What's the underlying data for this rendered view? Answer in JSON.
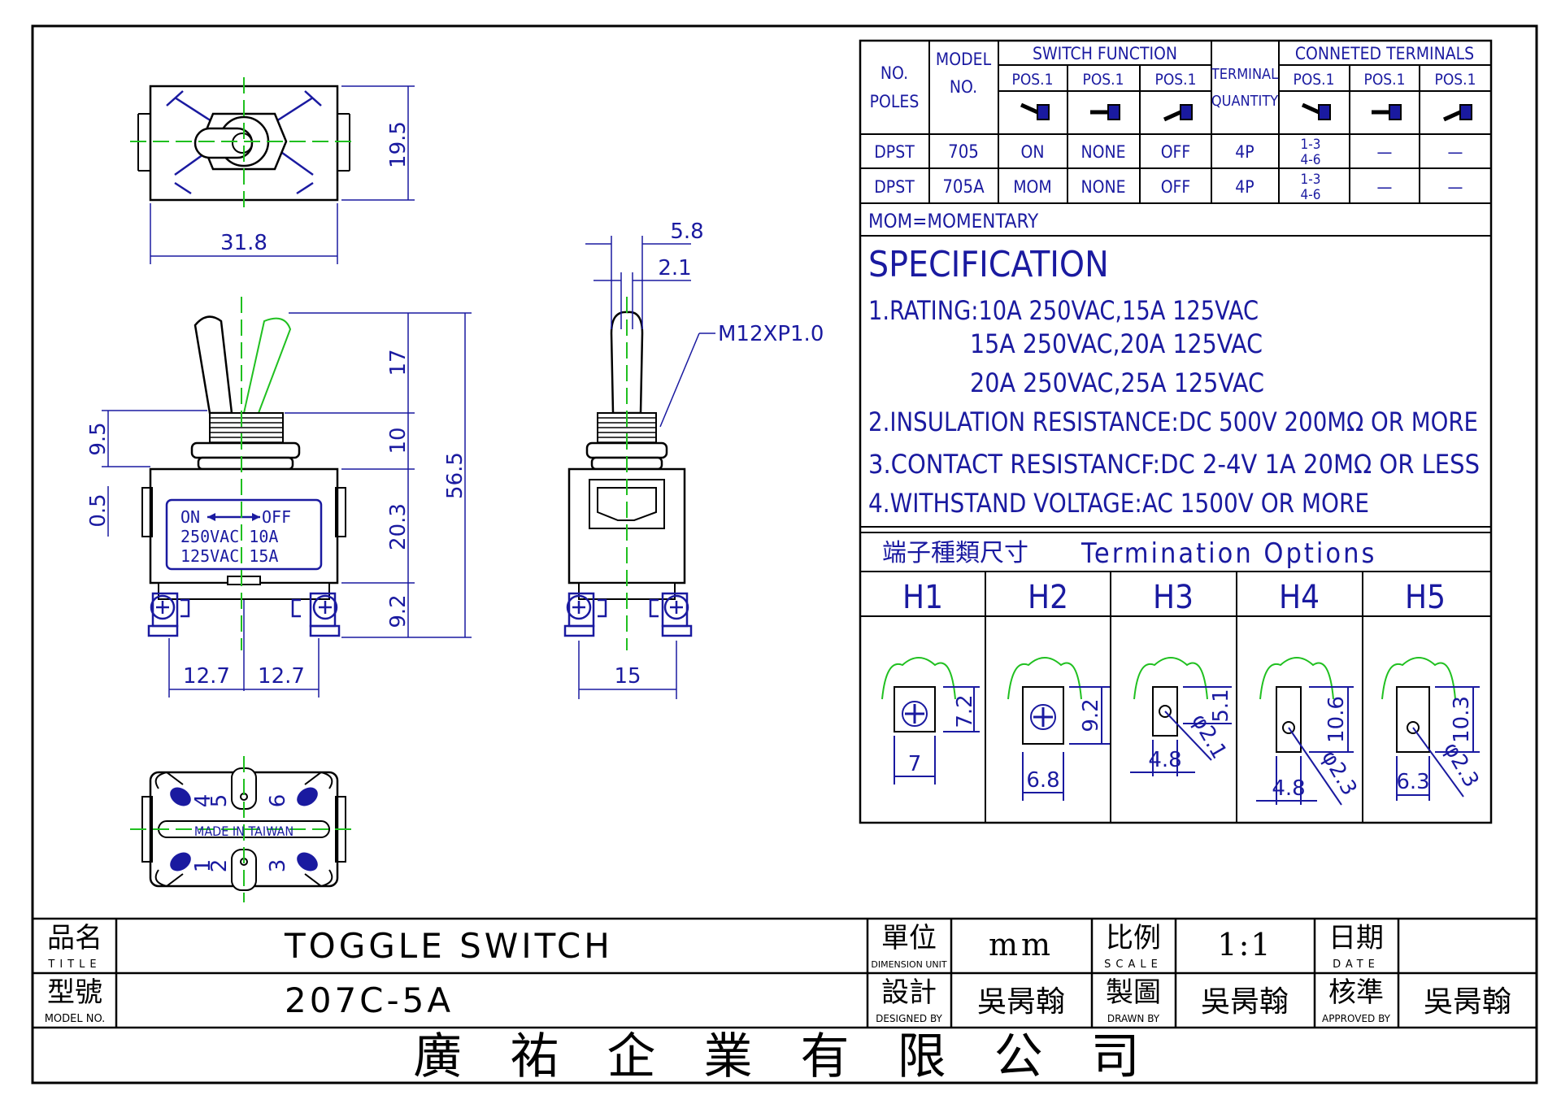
{
  "spec_table": {
    "headers": {
      "no_poles_1": "NO.",
      "no_poles_2": "POLES",
      "model_1": "MODEL",
      "model_2": "NO.",
      "switch_function": "SWITCH FUNCTION",
      "terminal_1": "TERMINAL",
      "terminal_2": "QUANTITY",
      "connected_terminals": "CONNETED TERMINALS",
      "pos_labels": [
        "POS.1",
        "POS.1",
        "POS.1",
        "POS.1",
        "POS.1",
        "POS.1"
      ]
    },
    "rows": [
      {
        "poles": "DPST",
        "model": "705",
        "f1": "ON",
        "f2": "NONE",
        "f3": "OFF",
        "terminals": "4P",
        "c1a": "1-3",
        "c1b": "4-6",
        "c2": "—",
        "c3": "—"
      },
      {
        "poles": "DPST",
        "model": "705A",
        "f1": "MOM",
        "f2": "NONE",
        "f3": "OFF",
        "terminals": "4P",
        "c1a": "1-3",
        "c1b": "4-6",
        "c2": "—",
        "c3": "—"
      }
    ],
    "mom_note": "MOM=MOMENTARY"
  },
  "specification": {
    "heading": "SPECIFICATION",
    "lines": [
      "1.RATING:10A 250VAC,15A 125VAC",
      "15A 250VAC,20A 125VAC",
      "20A 250VAC,25A 125VAC",
      "2.INSULATION RESISTANCE:DC 500V 200MΩ OR MORE",
      "3.CONTACT RESISTANCF:DC 2-4V 1A 20MΩ OR LESS",
      "4.WITHSTAND VOLTAGE:AC 1500V OR MORE"
    ]
  },
  "termination": {
    "title_cn": "端子種類尺寸",
    "title_en": "Termination Options",
    "options": [
      {
        "name": "H1",
        "d1": "7.2",
        "d2": "7"
      },
      {
        "name": "H2",
        "d1": "9.2",
        "d2": "6.8"
      },
      {
        "name": "H3",
        "d1": "5.1",
        "d2": "4.8",
        "d3": "φ2.1"
      },
      {
        "name": "H4",
        "d1": "10.6",
        "d2": "4.8",
        "d3": "φ2.3"
      },
      {
        "name": "H5",
        "d1": "10.3",
        "d2": "6.3",
        "d3": "φ2.3"
      }
    ]
  },
  "drawing": {
    "top_view": {
      "height": "19.5",
      "width": "31.8"
    },
    "front_view": {
      "lever": "17",
      "bushing": "10",
      "body": "20.3",
      "terminal": "9.2",
      "total": "56.5",
      "left_a": "9.5",
      "left_b": "0.5",
      "spacing_a": "12.7",
      "spacing_b": "12.7",
      "label_line1": "ON",
      "label_line1b": "OFF",
      "label_line2": "250VAC  10A",
      "label_line3": "125VAC  15A"
    },
    "side_view": {
      "top_a": "5.8",
      "top_b": "2.1",
      "thread": "M12XP1.0",
      "width": "15"
    },
    "bottom_view": {
      "made_in": "MADE IN TAIWAN",
      "pins": [
        "4",
        "5",
        "6",
        "1",
        "2",
        "3"
      ]
    }
  },
  "title_block": {
    "title_cn": "品名",
    "title_en": "TITLE",
    "title_value": "TOGGLE SWITCH",
    "model_cn": "型號",
    "model_en": "MODEL NO.",
    "model_value": "207C-5A",
    "unit_cn": "單位",
    "unit_en": "DIMENSION UNIT",
    "unit_value": "mm",
    "scale_cn": "比例",
    "scale_en": "SCALE",
    "scale_value": "1:1",
    "date_cn": "日期",
    "date_en": "DATE",
    "date_value": "",
    "design_cn": "設計",
    "design_en": "DESIGNED BY",
    "design_value": "吳昺翰",
    "drawn_cn": "製圖",
    "drawn_en": "DRAWN BY",
    "drawn_value": "吳昺翰",
    "approve_cn": "核準",
    "approve_en": "APPROVED BY",
    "approve_value": "吳昺翰",
    "company": "廣 祐 企 業 有 限 公 司"
  },
  "colors": {
    "dim": "#1a1aa0",
    "header": "#c020c0",
    "center": "#20c020",
    "outline": "#000000"
  }
}
